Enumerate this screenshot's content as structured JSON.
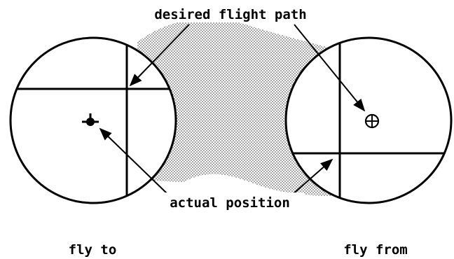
{
  "labels": {
    "desired_flight_path": "desired flight path",
    "actual_position": "actual position",
    "fly_to": "fly to",
    "fly_from": "fly from"
  }
}
